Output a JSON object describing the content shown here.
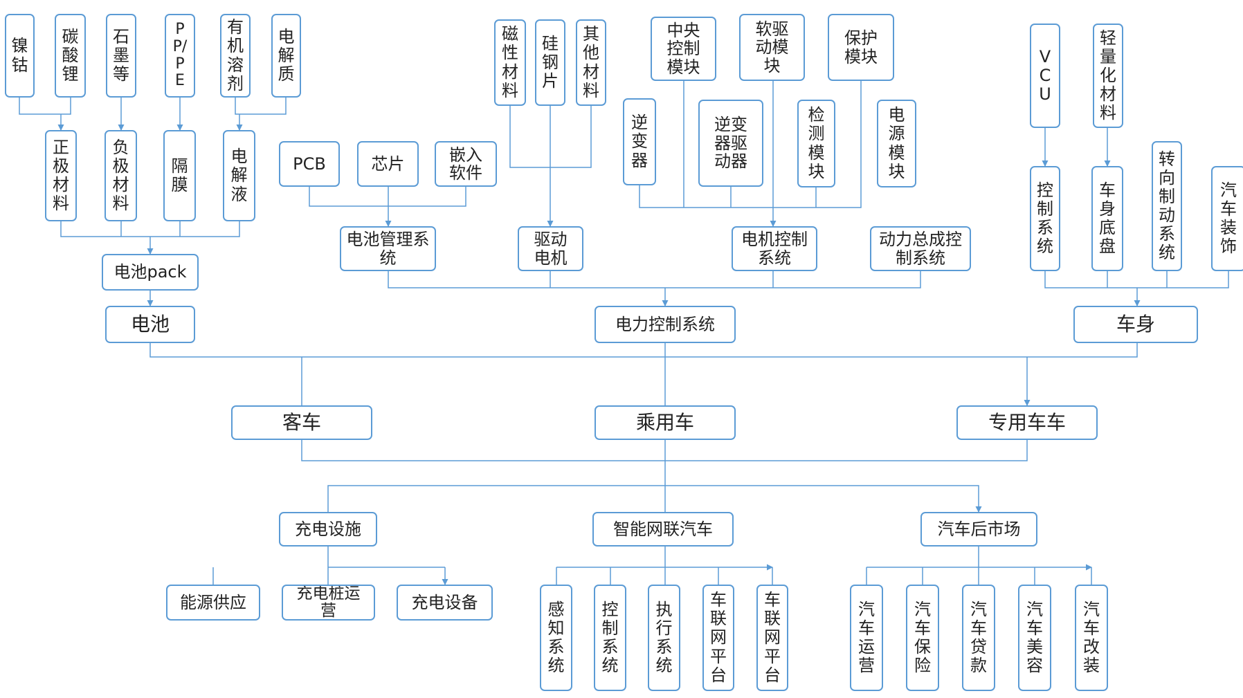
{
  "accent_color": "#5b9bd5",
  "text_color": "#222222",
  "nodes": {
    "nickel_cobalt": "镍钴",
    "lithium_carbonate": "碳酸锂",
    "graphite": "石墨等",
    "pp_pe": "PP/PE",
    "organic_solvent": "有机溶剂",
    "electrolyte_salt": "电解质",
    "cathode": "正极材料",
    "anode": "负极材料",
    "separator": "隔膜",
    "electrolyte": "电解液",
    "battery_pack": "电池pack",
    "battery": "电池",
    "pcb": "PCB",
    "chip": "芯片",
    "embedded_software": "嵌入软件",
    "bms": "电池管理系统",
    "magnetic_material": "磁性材料",
    "silicon_steel": "硅钢片",
    "other_material": "其他材料",
    "drive_motor": "驱动电机",
    "central_control": "中央控制模块",
    "soft_drive": "软驱动模块",
    "protection": "保护模块",
    "inverter": "逆变器",
    "inverter_driver": "逆变器驱动器",
    "detection": "检测模块",
    "power_module": "电源模块",
    "motor_control": "电机控制系统",
    "powertrain_control": "动力总成控制系统",
    "power_control_system": "电力控制系统",
    "vcu": "VCU",
    "lightweight_material": "轻量化材料",
    "control_system_body": "控制系统",
    "chassis": "车身底盘",
    "steering_braking": "转向制动系统",
    "decoration": "汽车装饰",
    "body": "车身",
    "bus": "客车",
    "passenger_car": "乘用车",
    "special_vehicle": "专用车车",
    "charging_facility": "充电设施",
    "connected_car": "智能网联汽车",
    "aftermarket": "汽车后市场",
    "energy_supply": "能源供应",
    "charging_operation": "充电桩运营",
    "charging_equipment": "充电设备",
    "perception": "感知系统",
    "control_system_cv": "控制系统",
    "execution": "执行系统",
    "iov_platform_1": "车联网平台",
    "iov_platform_2": "车联网平台",
    "car_operation": "汽车运营",
    "car_insurance": "汽车保险",
    "car_loan": "汽车贷款",
    "car_beauty": "汽车美容",
    "car_modification": "汽车改装"
  }
}
